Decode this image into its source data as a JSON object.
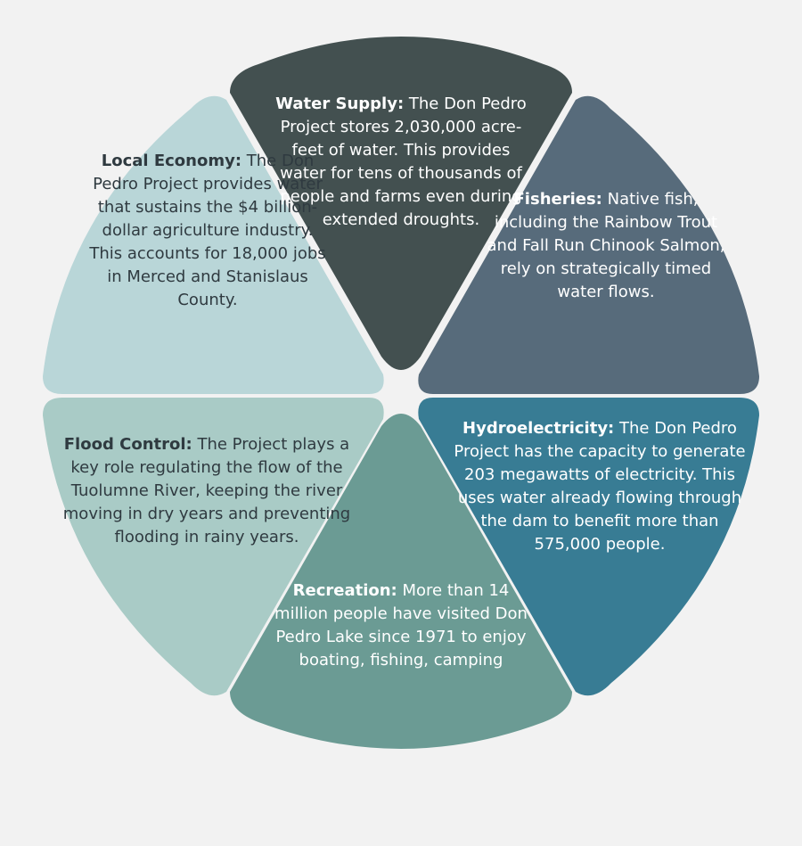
{
  "colors": {
    "background": "#f2f2f2",
    "water_supply": "#435050",
    "fisheries": "#576b7b",
    "hydroelectricity": "#387c94",
    "recreation": "#6b9b94",
    "flood_control": "#a9cbc6",
    "local_economy": "#b9d6d8"
  },
  "segments": {
    "water_supply": {
      "title": "Water Supply:",
      "text": "The Don Pedro Project stores 2,030,000 acre-feet of water. This provides water for tens of thousands of people and farms even during extended droughts."
    },
    "fisheries": {
      "title": "Fisheries:",
      "text": "Native fish, including the Rainbow Trout and Fall Run Chinook Salmon, rely on strategically timed water flows."
    },
    "hydroelectricity": {
      "title": "Hydroelectricity:",
      "text": "The Don Pedro Project has the capacity to generate 203 megawatts of electricity. This uses water already flowing through the dam to benefit more than 575,000 people."
    },
    "recreation": {
      "title": "Recreation:",
      "text": "More than 14 million people have visited Don Pedro Lake since 1971 to enjoy boating, fishing, camping"
    },
    "flood_control": {
      "title": "Flood Control:",
      "text": "The Project plays a key role regulating the flow of the Tuolumne River, keeping the river moving in dry years and preventing flooding in rainy years."
    },
    "local_economy": {
      "title": "Local Economy:",
      "text": "The Don Pedro Project provides water that sustains the $4 billion-dollar agriculture industry. This accounts for 18,000 jobs in Merced and Stanislaus County."
    }
  }
}
